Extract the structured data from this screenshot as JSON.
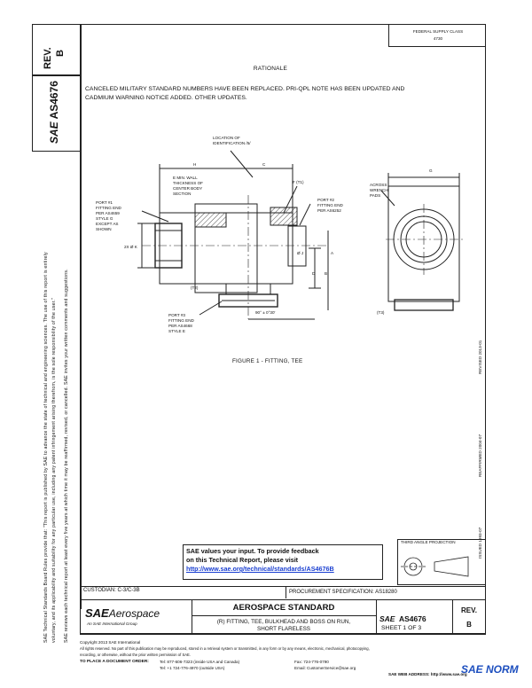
{
  "left_margin": {
    "line1": "SAE Technical Standards Board Rules provide that: \"This report is published by SAE to advance the state of technical and engineering sciences. The use of this report is entirely",
    "line2": "voluntary, and its applicability and suitability for any particular use, including any patent infringement arising therefrom, is the sole responsibility of the user.\"",
    "line3": "SAE reviews each technical report at least every five years at which time it may be reaffirmed, revised, or cancelled. SAE invites your written comments and suggestions."
  },
  "rev_box": {
    "rev_label": "REV.",
    "rev_value": "B"
  },
  "side_title": {
    "org": "SAE",
    "doc": "AS4676"
  },
  "top_right_box": {
    "line1": "FEDERAL SUPPLY CLASS",
    "line2": "4730"
  },
  "rationale": {
    "heading": "RATIONALE",
    "line1": "CANCELED MILITARY STANDARD NUMBERS HAVE BEEN REPLACED. PRI-QPL NOTE HAS BEEN UPDATED AND",
    "line2": "CADMIUM WARNING NOTICE ADDED. OTHER UPDATES."
  },
  "drawing": {
    "loc_label": "LOCATION OF\nIDENTIFICATION /5/",
    "min_wall": "E MIN. WALL\nTHICKNESS OF\nCENTER BODY\nSECTION",
    "dim_c": "C",
    "dim_f": "F (T1)",
    "dim_h": "H",
    "port2": "PORT #2\nFITTING END\nPER AS6252",
    "port1": "PORT #1\nFITTING END\nPER AS4659\nSTYLE G\nEXCEPT AS\nSHOWN",
    "port3": "PORT #3\nFITTING END\nPER AS4668\nSTYLE E",
    "dia_k": "2X Ø K",
    "dia_j": "Ø J",
    "dim_a": "A",
    "t2_label": "(T2)",
    "t3_label": "(T3)",
    "dim_d": "D",
    "dim_b": "B",
    "angle": "90° ± 0°30'",
    "across_flats": "ACROSS\nWRENCH\nPADS",
    "dim_g": "G",
    "figure_caption": "FIGURE 1 - FITTING, TEE"
  },
  "vertical_dates": {
    "reaffirmed": "REAFFIRMED 2004-07",
    "revised": "REVISED 2013-01",
    "issued": "ISSUED 1993-07"
  },
  "feedback": {
    "line1": "SAE values your input. To provide feedback",
    "line2": "on this Technical Report, please visit",
    "url": "http://www.sae.org/technical/standards/AS4676B"
  },
  "projection": {
    "label": "THIRD ANGLE PROJECTION"
  },
  "custodian": "CUSTODIAN: C-3/C-3B",
  "procurement": "PROCUREMENT SPECIFICATION: AS18280",
  "title_block": {
    "logo_sae": "SAE",
    "logo_aerospace": "Aerospace",
    "logo_sub": "An SAE International Group",
    "standard_heading": "AEROSPACE STANDARD",
    "title_line1": "(R) FITTING, TEE, BULKHEAD AND BOSS ON RUN,",
    "title_line2": "SHORT FLARELESS",
    "doc_sae": "SAE",
    "doc_number": "AS4676",
    "sheet": "SHEET 1 OF 3",
    "rev_label": "REV.",
    "rev_value": "B"
  },
  "footer": {
    "copyright": "Copyright 2013 SAE International",
    "rights": "All rights reserved. No part of this publication may be reproduced, stored in a retrieval system or transmitted, in any form or by any means, electronic, mechanical, photocopying,",
    "rights2": "recording, or otherwise, without the prior written permission of SAE.",
    "order_label": "TO PLACE A DOCUMENT ORDER:",
    "tel1": "Tel: 877-606-7323 (inside USA and Canada)",
    "tel2": "Tel: +1 724-776-4970 (outside USA)",
    "fax": "Fax: 724-776-0790",
    "email": "Email: CustomerService@sae.org",
    "web": "SAE WEB ADDRESS: http://www.sae.org",
    "watermark": "SAE NORM"
  }
}
